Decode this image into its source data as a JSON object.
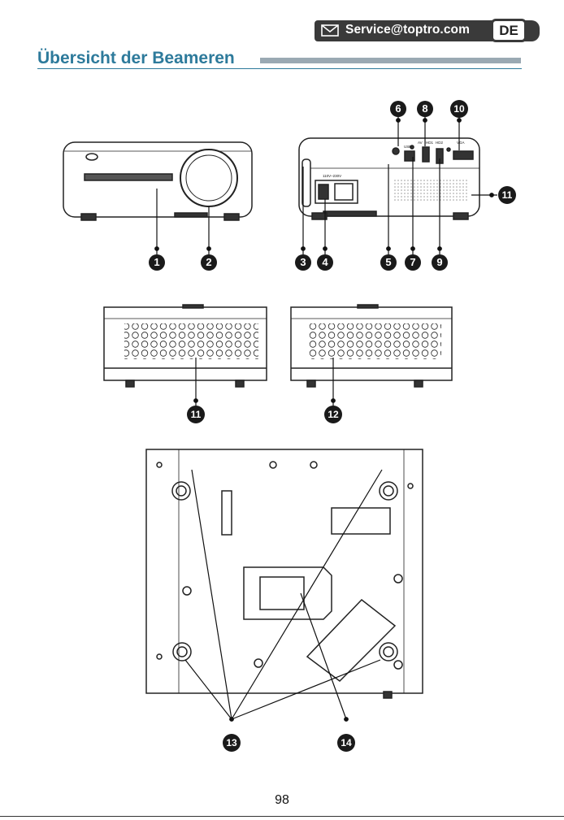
{
  "header": {
    "email": "Service@toptro.com",
    "language": "DE"
  },
  "title": "Übersicht der Beameren",
  "callouts": [
    "1",
    "2",
    "3",
    "4",
    "5",
    "6",
    "7",
    "8",
    "9",
    "10",
    "11",
    "11",
    "12",
    "13",
    "14"
  ],
  "port_labels": {
    "voltage": "110V–230V",
    "usb": "USB",
    "av": "AV",
    "hdmi1": "HD1",
    "hdmi2": "HD2",
    "vga": "VGA"
  },
  "page_number": "98"
}
